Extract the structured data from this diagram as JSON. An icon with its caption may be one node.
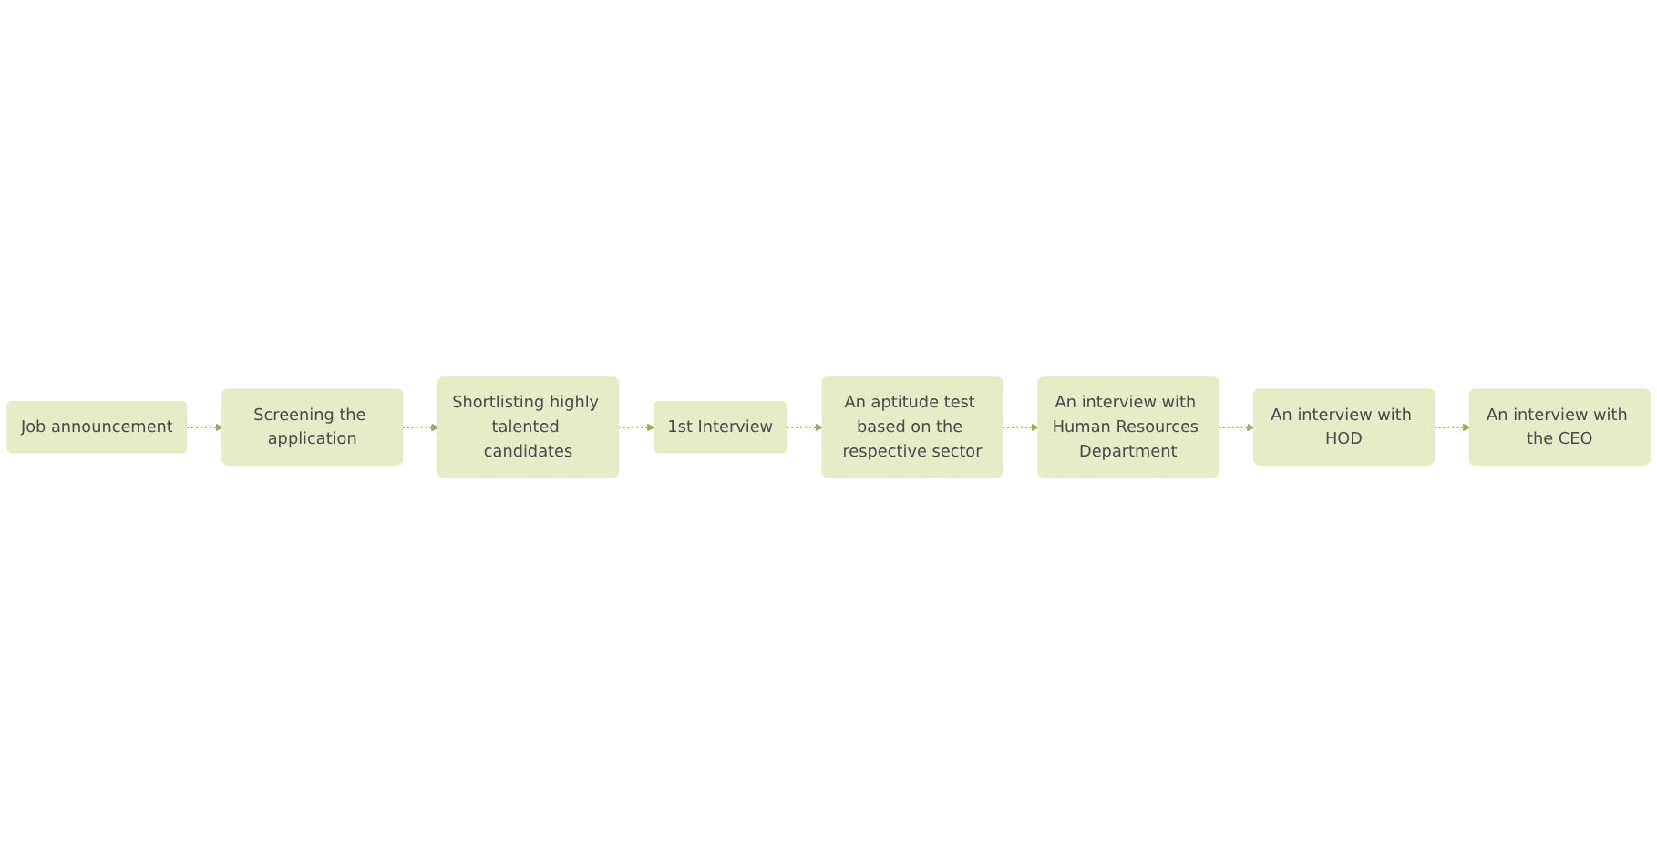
{
  "diagram": {
    "nodes": [
      {
        "text": [
          "Job announcement"
        ]
      },
      {
        "text": [
          "Screening the application"
        ]
      },
      {
        "text": [
          "Shortlisting highly talented candidates"
        ]
      },
      {
        "text": [
          "1st Interview"
        ]
      },
      {
        "text": [
          "An aptitude test based on the respective sector"
        ]
      },
      {
        "text": [
          "An interview with Human Resources Department"
        ]
      },
      {
        "text": [
          "An interview with HOD"
        ]
      },
      {
        "text": [
          "An interview with the CEO"
        ]
      }
    ],
    "edges": [
      {
        "from": 0,
        "to": 1,
        "arrow": "to",
        "style": "dashed"
      },
      {
        "from": 1,
        "to": 2,
        "arrow": "to",
        "style": "dashed"
      },
      {
        "from": 2,
        "to": 3,
        "arrow": "to",
        "style": "dashed"
      },
      {
        "from": 3,
        "to": 4,
        "arrow": "to",
        "style": "dashed"
      },
      {
        "from": 4,
        "to": 5,
        "arrow": "to",
        "style": "dashed"
      },
      {
        "from": 5,
        "to": 6,
        "arrow": "to",
        "style": "dashed"
      },
      {
        "from": 6,
        "to": 7,
        "arrow": "to",
        "style": "dashed"
      }
    ]
  }
}
